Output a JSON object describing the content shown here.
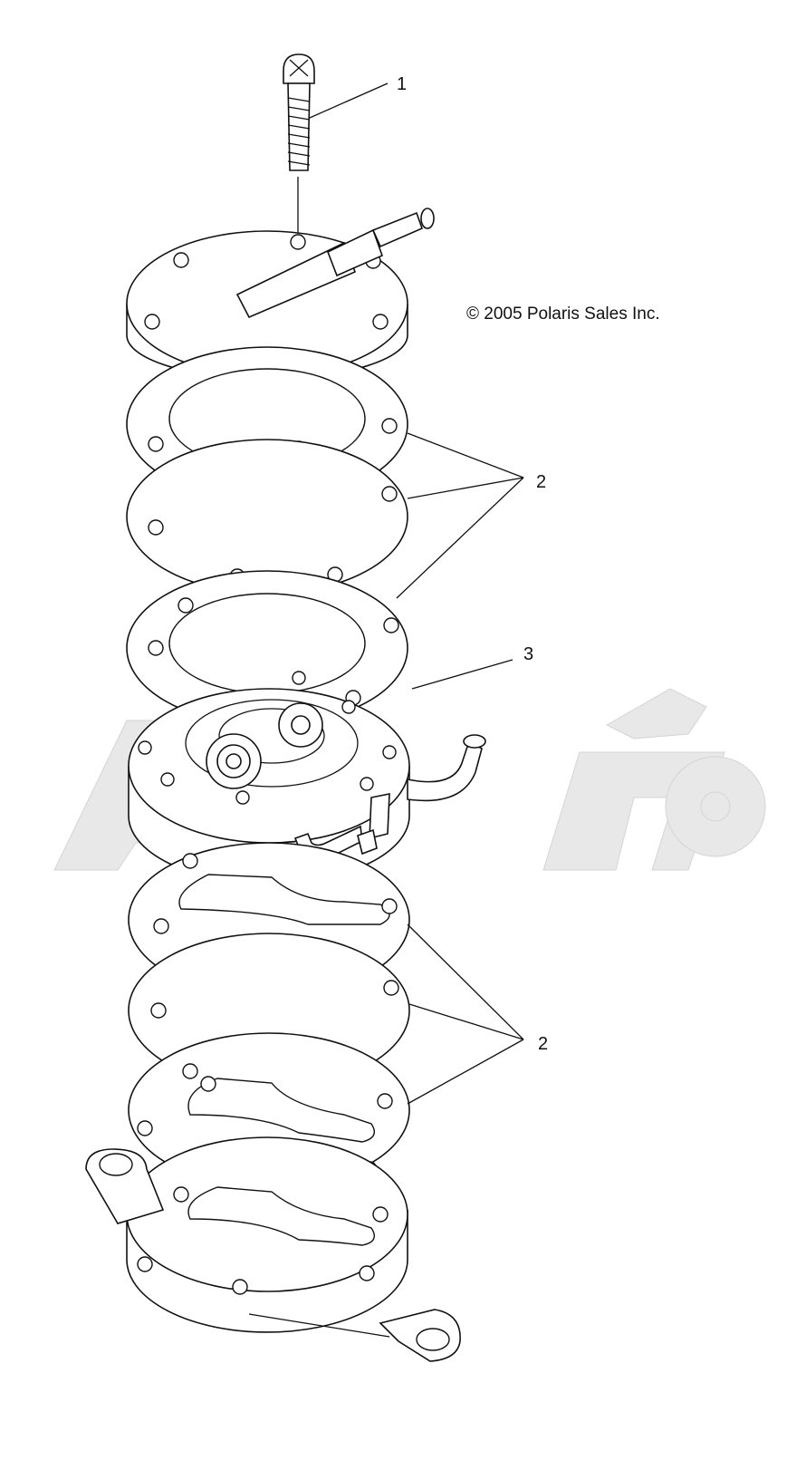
{
  "copyright": "© 2005 Polaris Sales Inc.",
  "callouts": [
    {
      "id": "1",
      "label": "1"
    },
    {
      "id": "2a",
      "label": "2"
    },
    {
      "id": "3",
      "label": "3"
    },
    {
      "id": "2b",
      "label": "2"
    }
  ],
  "icons": {
    "watermark": "motorcycle-watermark-icon"
  }
}
